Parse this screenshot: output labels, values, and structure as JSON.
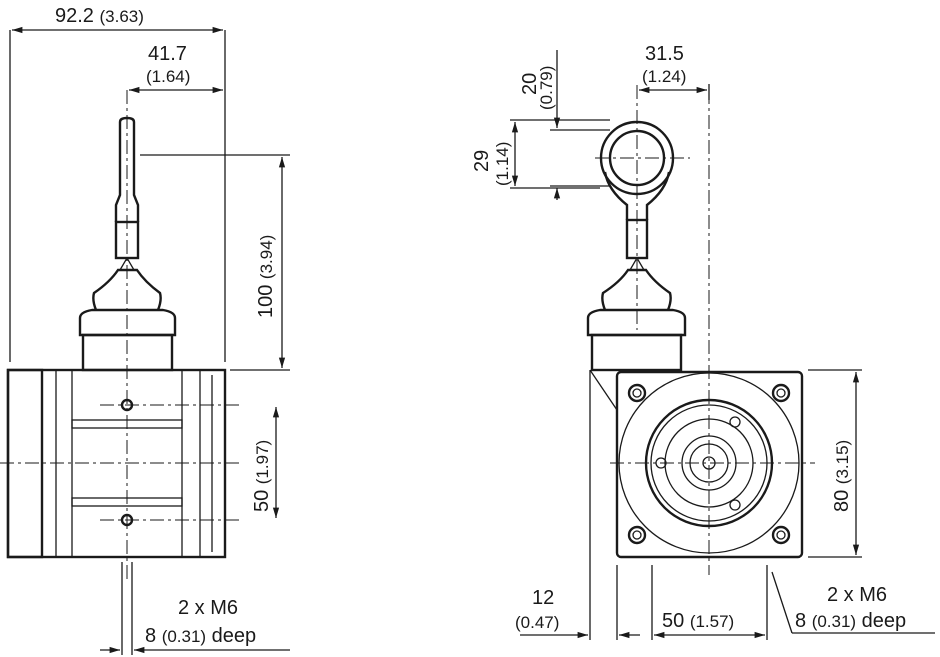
{
  "left_view": {
    "overall_width": {
      "mm": "92.2",
      "in": "(3.63)"
    },
    "offset_width": {
      "mm": "41.7",
      "in": "(1.64)"
    },
    "height": {
      "mm": "100",
      "in": "(3.94)"
    },
    "hole_spacing": {
      "mm": "50",
      "in": "(1.97)"
    },
    "thread": {
      "spec": "2 x M6",
      "depth_mm": "8",
      "depth_in": "(0.31)",
      "depth_suffix": "deep"
    }
  },
  "right_view": {
    "ring_offset": {
      "mm": "31.5",
      "in": "(1.24)"
    },
    "ring_inner": {
      "mm": "20",
      "in": "(0.79)"
    },
    "ring_outer": {
      "mm": "29",
      "in": "(1.14)"
    },
    "flange_height": {
      "mm": "80",
      "in": "(3.15)"
    },
    "edge_offset": {
      "mm": "12",
      "in": "(0.47)"
    },
    "hole_spacing": {
      "mm": "50",
      "in": "(1.57)"
    },
    "thread": {
      "spec": "2 x M6",
      "depth_mm": "8",
      "depth_in": "(0.31)",
      "depth_suffix": "deep"
    }
  }
}
